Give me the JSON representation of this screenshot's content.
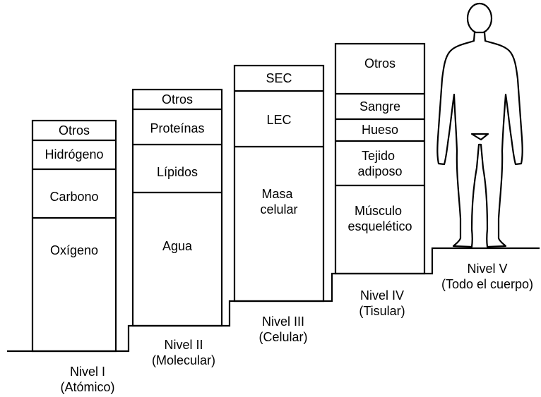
{
  "levels": [
    {
      "name": "Nivel I",
      "sub": "(Atómico)",
      "segments": [
        "Otros",
        "Hidrógeno",
        "Carbono",
        "Oxígeno"
      ]
    },
    {
      "name": "Nivel II",
      "sub": "(Molecular)",
      "segments": [
        "Otros",
        "Proteínas",
        "Lípidos",
        "Agua"
      ]
    },
    {
      "name": "Nivel III",
      "sub": "(Celular)",
      "segments": [
        "SEC",
        "LEC",
        "Masa celular"
      ]
    },
    {
      "name": "Nivel IV",
      "sub": "(Tisular)",
      "segments": [
        "Otros",
        "Sangre",
        "Hueso",
        "Tejido adiposo",
        "Músculo esquelético"
      ]
    },
    {
      "name": "Nivel V",
      "sub": "(Todo el cuerpo)",
      "segments": []
    }
  ],
  "figure_icon": "human-body-outline-icon"
}
